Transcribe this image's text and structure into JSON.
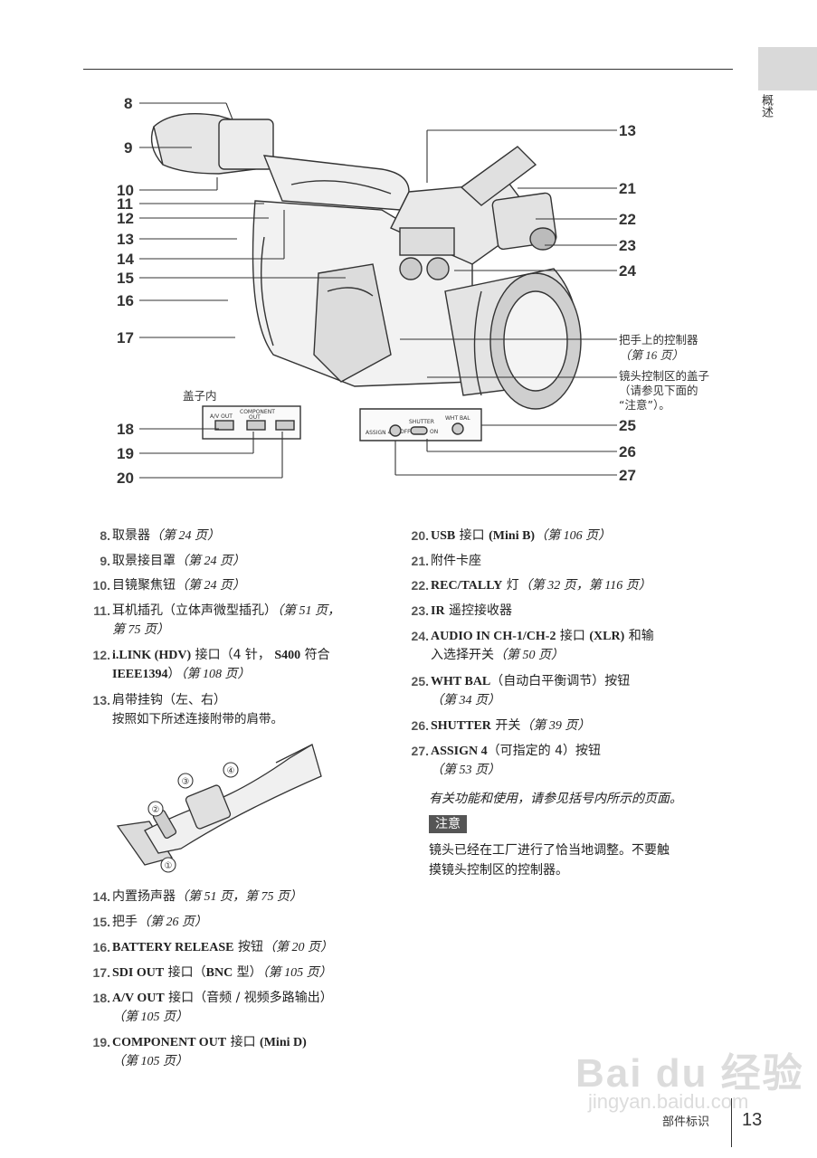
{
  "side_tab": {
    "label": "概述"
  },
  "diagram": {
    "left_callouts": [
      "8",
      "9",
      "10",
      "11",
      "12",
      "13",
      "14",
      "15",
      "16",
      "17",
      "18",
      "19",
      "20"
    ],
    "right_callouts": [
      "13",
      "21",
      "22",
      "23",
      "24",
      "25",
      "26",
      "27"
    ],
    "handle_label": "把手上的控制器",
    "handle_ref": "（第 16 页）",
    "lens_cover_lines": [
      "镜头控制区的盖子",
      "（请参见下面的",
      "“注意”）。"
    ],
    "cover_inside_label": "盖子内",
    "jack_labels": [
      "A/V OUT",
      "COMPONENT",
      "OUT"
    ],
    "panel_labels": {
      "shutter": "SHUTTER",
      "off": "OFF",
      "on": "ON",
      "whtbal": "WHT BAL",
      "assign": "ASSIGN 4"
    }
  },
  "left_items": [
    {
      "num": "8.",
      "text": "取景器",
      "ref": "（第 24 页）"
    },
    {
      "num": "9.",
      "text": "取景接目罩",
      "ref": "（第 24 页）"
    },
    {
      "num": "10.",
      "text": "目镜聚焦钮",
      "ref": "（第 24 页）"
    },
    {
      "num": "11.",
      "text": "耳机插孔（立体声微型插孔）",
      "ref": "（第 51 页，",
      "ref2": "第 75 页）"
    },
    {
      "num": "12.",
      "text_bold": "i.LINK (HDV)",
      "text": " 接口（4 针， ",
      "text_bold2": "S400",
      "text2": " 符合",
      "line2_bold": "IEEE1394",
      "line2": "）",
      "ref": "（第 108 页）"
    },
    {
      "num": "13.",
      "text": "肩带挂钩（左、右）",
      "sub": "按照如下所述连接附带的肩带。"
    },
    {
      "num": "14.",
      "text": "内置扬声器",
      "ref": "（第 51 页，第 75 页）"
    },
    {
      "num": "15.",
      "text": "把手",
      "ref": "（第 26 页）"
    },
    {
      "num": "16.",
      "text_bold": "BATTERY RELEASE",
      "text": " 按钮",
      "ref": "（第 20 页）"
    },
    {
      "num": "17.",
      "text_bold": "SDI OUT",
      "text": " 接口（",
      "text_bold2": "BNC",
      "text2": " 型）",
      "ref": "（第 105 页）"
    },
    {
      "num": "18.",
      "text_bold": "A/V OUT",
      "text": " 接口（音频 / 视频多路输出）",
      "ref": "（第 105 页）"
    },
    {
      "num": "19.",
      "text_bold": "COMPONENT OUT",
      "text": " 接口 ",
      "text_bold2": "(Mini D)",
      "ref": "（第 105 页）"
    }
  ],
  "right_items": [
    {
      "num": "20.",
      "text_bold": "USB",
      "text": " 接口 ",
      "text_bold2": "(Mini B)",
      "ref": "（第 106 页）"
    },
    {
      "num": "21.",
      "text": "附件卡座"
    },
    {
      "num": "22.",
      "text_bold": "REC/TALLY",
      "text": " 灯",
      "ref": "（第 32 页，第 116 页）"
    },
    {
      "num": "23.",
      "text_bold": "IR",
      "text": " 遥控接收器"
    },
    {
      "num": "24.",
      "text_bold": "AUDIO IN CH-1/CH-2",
      "text": " 接口 ",
      "text_bold2": "(XLR)",
      "text2": " 和输",
      "line2": "入选择开关",
      "ref": "（第 50 页）"
    },
    {
      "num": "25.",
      "text_bold": "WHT BAL",
      "text": "（自动白平衡调节）按钮",
      "ref": "（第 34 页）"
    },
    {
      "num": "26.",
      "text_bold": "SHUTTER",
      "text": " 开关",
      "ref": "（第 39 页）"
    },
    {
      "num": "27.",
      "text_bold": "ASSIGN 4",
      "text": "（可指定的 4）按钮",
      "ref": "（第 53 页）"
    }
  ],
  "italic_para": "有关功能和使用，请参见括号内所示的页面。",
  "note": {
    "label": "注意",
    "lines": [
      "镜头已经在工厂进行了恰当地调整。不要触",
      "摸镜头控制区的控制器。"
    ]
  },
  "footer": {
    "section": "部件标识",
    "page": "13"
  },
  "watermark": {
    "brand": "Bai du 经验",
    "url": "jingyan.baidu.com"
  }
}
